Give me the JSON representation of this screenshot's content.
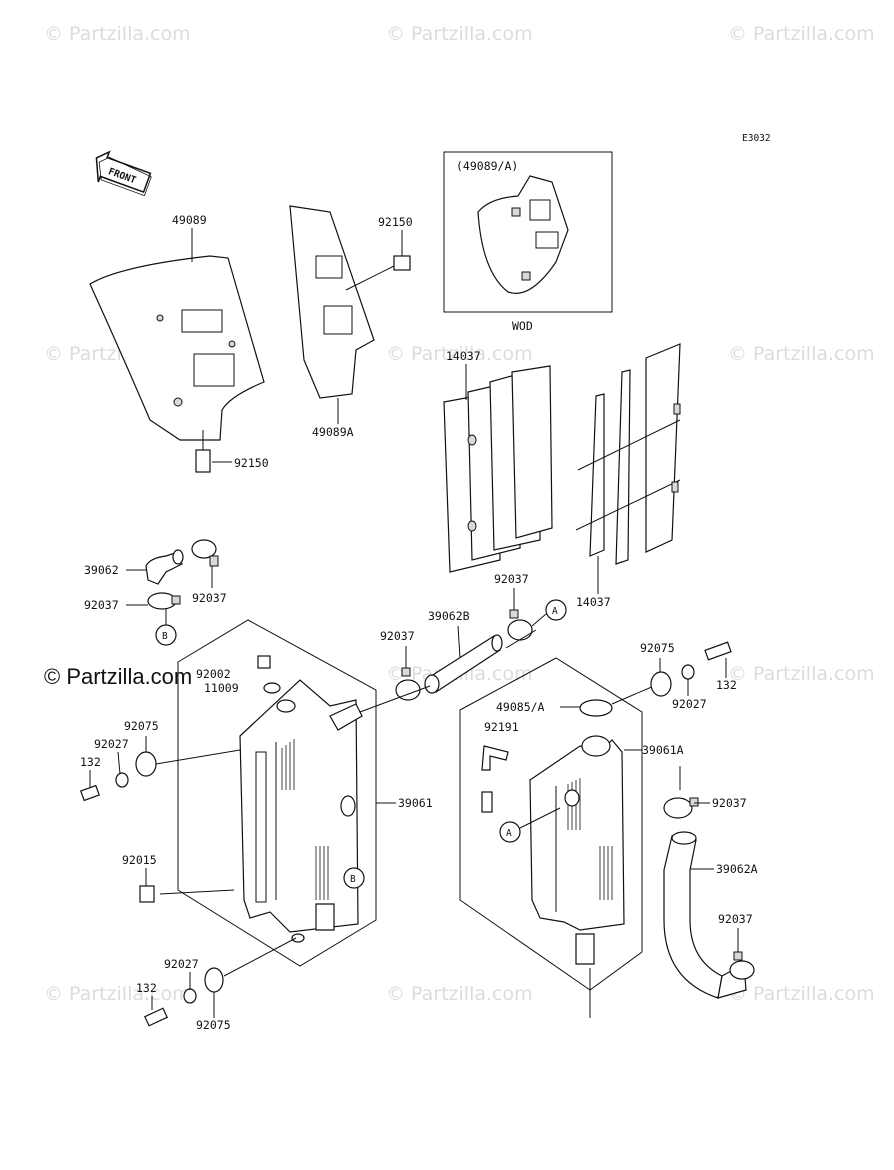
{
  "watermarks": {
    "text": "© Partzilla.com",
    "main": "© Partzilla.com"
  },
  "diagram": {
    "code": "E3032",
    "front_label": "FRONT",
    "inset_title": "(49089/A)",
    "inset_caption": "WOD",
    "callouts": {
      "c49089": "49089",
      "c92150a": "92150",
      "c49089A": "49089A",
      "c92150b": "92150",
      "c14037a": "14037",
      "c14037b": "14037",
      "c39062": "39062",
      "c92037a": "92037",
      "c92037b": "92037",
      "c92037c": "92037",
      "c92037d": "92037",
      "c92037e": "92037",
      "c92037f": "92037",
      "c39062B": "39062B",
      "c92075a": "92075",
      "c92075b": "92075",
      "c92075c": "92075",
      "c132a": "132",
      "c132b": "132",
      "c132c": "132",
      "c92027a": "92027",
      "c92027b": "92027",
      "c92027c": "92027",
      "c92002": "92002",
      "c11009": "11009",
      "c49085A": "49085/A",
      "c92191": "92191",
      "c39061A": "39061A",
      "c39061": "39061",
      "c39062A": "39062A",
      "c92015": "92015"
    },
    "circle_refs": {
      "A": "A",
      "B": "B"
    }
  }
}
